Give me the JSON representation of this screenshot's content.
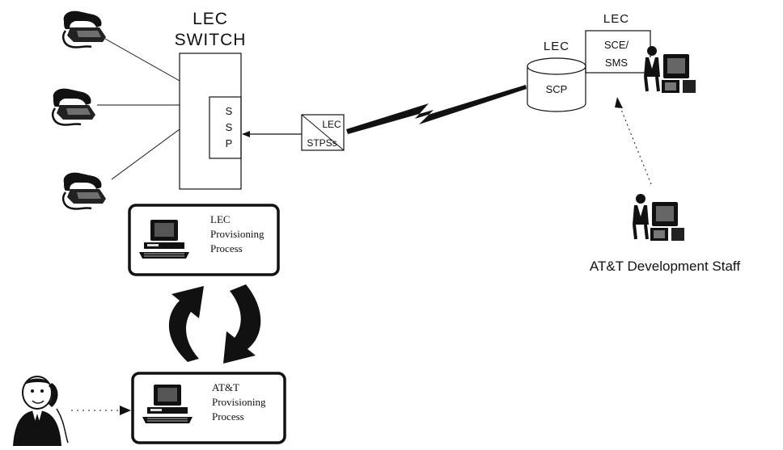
{
  "diagram": {
    "switch": {
      "title_line1": "LEC",
      "title_line2": "SWITCH"
    },
    "ssp": {
      "line1": "S",
      "line2": "S",
      "line3": "P"
    },
    "stp": {
      "top": "LEC",
      "bottom": "STPSs"
    },
    "scp": {
      "owner": "LEC",
      "label": "SCP"
    },
    "sce": {
      "owner": "LEC",
      "line1": "SCE/",
      "line2": "SMS"
    },
    "dev_staff": {
      "label": "AT&T Development Staff"
    },
    "lec_provisioning": {
      "line1": "LEC",
      "line2": "Provisioning",
      "line3": "Process"
    },
    "att_provisioning": {
      "line1": "AT&T",
      "line2": "Provisioning",
      "line3": "Process"
    }
  }
}
